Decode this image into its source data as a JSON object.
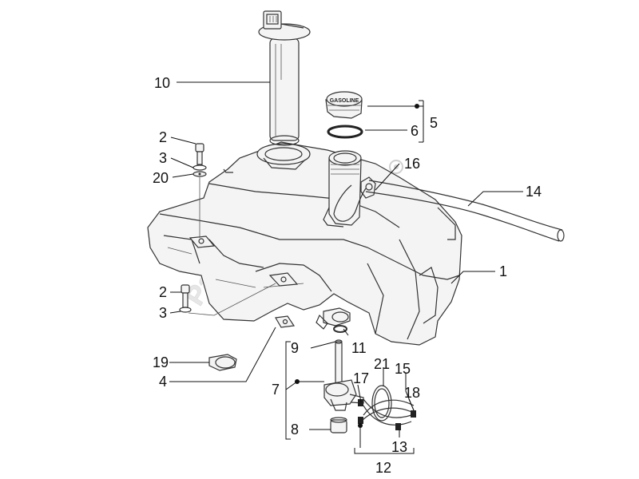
{
  "watermark": "PartsRepublik",
  "cap_text": "GASOLINE",
  "callouts": {
    "c1": "1",
    "c2a": "2",
    "c2b": "2",
    "c3a": "3",
    "c3b": "3",
    "c4": "4",
    "c5": "5",
    "c6": "6",
    "c7": "7",
    "c8": "8",
    "c9": "9",
    "c10": "10",
    "c11": "11",
    "c12": "12",
    "c13": "13",
    "c14": "14",
    "c15": "15",
    "c16": "16",
    "c17": "17",
    "c18": "18",
    "c19": "19",
    "c20": "20",
    "c21": "21"
  }
}
